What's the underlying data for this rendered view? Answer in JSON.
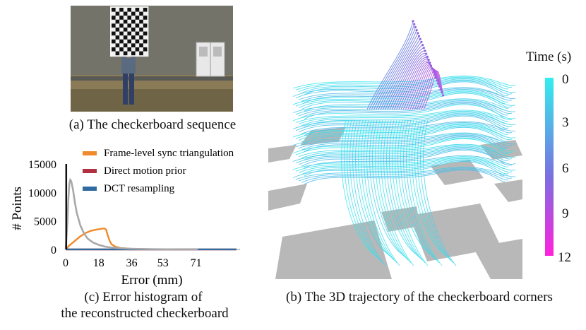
{
  "captions": {
    "a": "(a) The checkerboard sequence",
    "b": "(b) The 3D trajectory of the checkerboard corners",
    "c_line1": "(c) Error histogram of",
    "c_line2": "the reconstructed checkerboard"
  },
  "colorbar": {
    "title": "Time (s)",
    "ticks": [
      "0",
      "3",
      "6",
      "9",
      "12"
    ],
    "color_start": "#33eeee",
    "color_mid": "#7a70e0",
    "color_end": "#ff22dd"
  },
  "chart_data": {
    "type": "line",
    "xlabel": "Error (mm)",
    "ylabel": "# Points",
    "x_ticks": [
      "0",
      "18",
      "36",
      "53",
      "71"
    ],
    "y_ticks": [
      "0",
      "5000",
      "10000",
      "15000"
    ],
    "xlim": [
      0,
      95
    ],
    "ylim": [
      0,
      15000
    ],
    "series": [
      {
        "name": "Frame-level sync triangulation",
        "color": "#f08a2a",
        "x": [
          0,
          2,
          5,
          8,
          11,
          14,
          17,
          19,
          21,
          22,
          23,
          24,
          25,
          27,
          30,
          35,
          40,
          50,
          60,
          70
        ],
        "y": [
          0,
          700,
          1500,
          2300,
          2900,
          3300,
          3500,
          3600,
          3700,
          3500,
          2400,
          1500,
          900,
          500,
          250,
          120,
          60,
          20,
          10,
          0
        ]
      },
      {
        "name": "Direct motion prior",
        "color": "#b03040",
        "x": [
          0,
          20,
          40,
          60,
          80,
          93
        ],
        "y": [
          0,
          0,
          0,
          0,
          0,
          0
        ]
      },
      {
        "name": "DCT resampling",
        "color": "#2f6aa0",
        "x": [
          0,
          20,
          40,
          60,
          80,
          93
        ],
        "y": [
          10,
          10,
          10,
          10,
          10,
          10
        ]
      },
      {
        "name": "",
        "color": "#a8a8a8",
        "x": [
          0,
          1,
          1.5,
          2,
          2.5,
          3,
          4,
          5,
          6,
          8,
          10,
          12,
          15,
          18,
          22,
          28,
          35,
          45,
          55,
          65,
          72
        ],
        "y": [
          0,
          5000,
          9000,
          11500,
          12200,
          12000,
          10500,
          8300,
          6500,
          4200,
          2800,
          1900,
          1200,
          800,
          450,
          250,
          130,
          60,
          30,
          10,
          0
        ]
      },
      {
        "name": "",
        "color": "#111111",
        "x": [
          0.3,
          0.3
        ],
        "y": [
          0,
          15000
        ]
      }
    ]
  }
}
